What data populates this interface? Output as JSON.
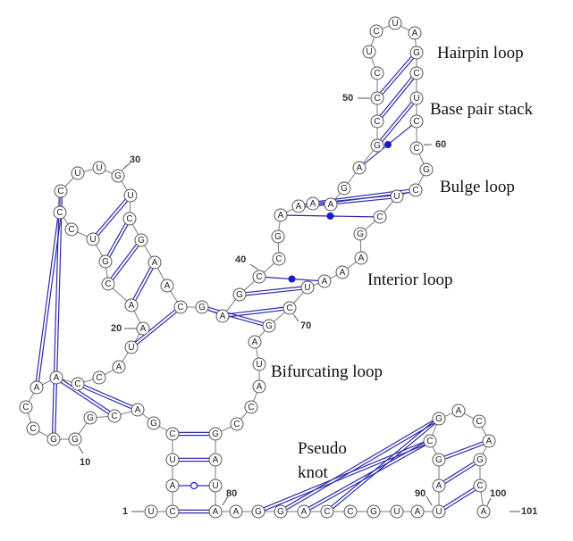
{
  "sequence": "UCAUCGACGGGCCAACCAUAACGUCCCUUGUCGAACGAGCCGAAAAGAGCCCUCUAGCUCCGCUCGAAAUCGAUACCGAUAAGGACCGUAUAGCGACAGCA",
  "labels": {
    "hairpin": "Hairpin loop",
    "stack": "Base pair stack",
    "bulge": "Bulge loop",
    "interior": "Interior loop",
    "bifurcating": "Bifurcating loop",
    "pseudo1": "Pseudo",
    "pseudo2": "knot"
  },
  "numbers": {
    "n1": "1",
    "n10": "10",
    "n20": "20",
    "n30": "30",
    "n40": "40",
    "n50": "50",
    "n60": "60",
    "n70": "70",
    "n80": "80",
    "n90": "90",
    "n100": "100",
    "n101": "101"
  },
  "colors": {
    "pair_line": "#2c2ca8",
    "gu_dot": "#1a1ac8"
  }
}
